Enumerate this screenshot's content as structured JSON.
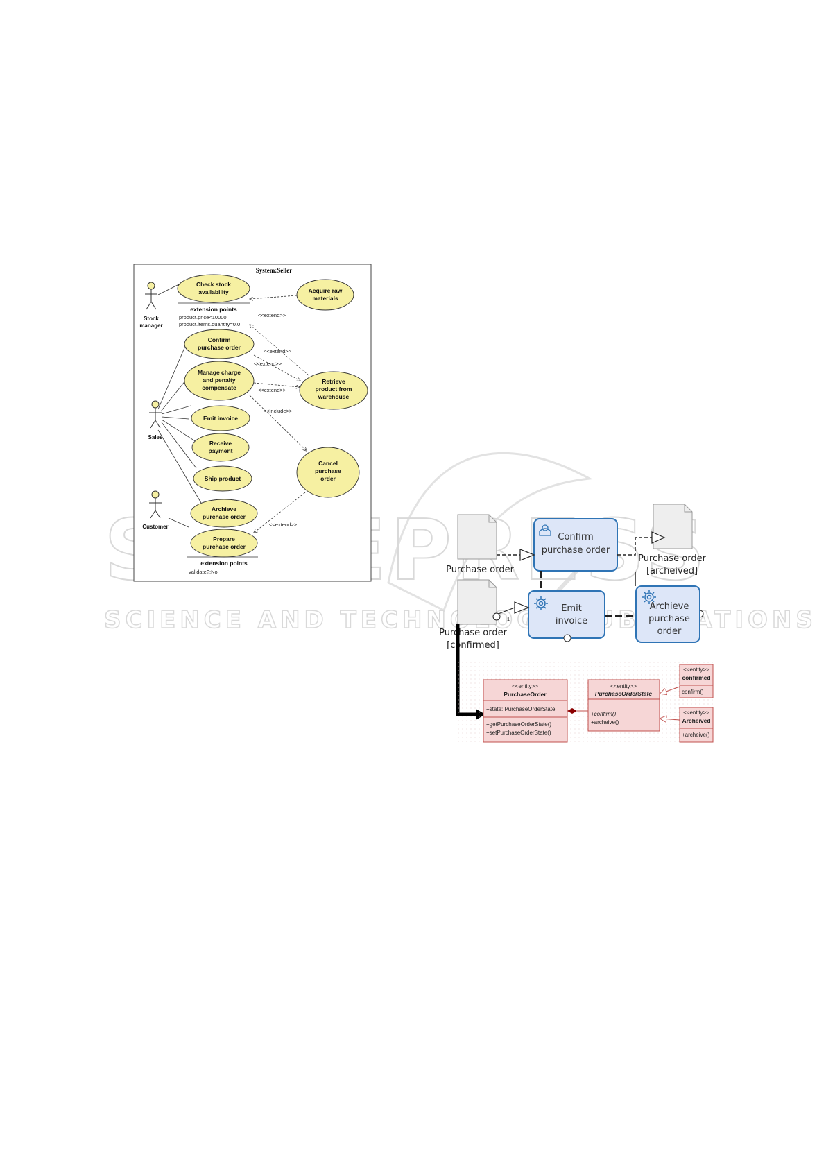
{
  "watermark": {
    "main": "SCITEPRESS",
    "sub": "SCIENCE AND TECHNOLOGY PUBLICATIONS"
  },
  "use_case": {
    "system_title": "System:Seller",
    "actors": {
      "stock_manager": [
        "Stock",
        "manager"
      ],
      "sales": "Sales",
      "customer": "Customer"
    },
    "use_cases": {
      "check_stock": [
        "Check stock",
        "availability"
      ],
      "acquire_raw": [
        "Acquire raw",
        "materials"
      ],
      "confirm_po": [
        "Confirm",
        "purchase order"
      ],
      "manage_charge": [
        "Manage charge",
        "and penalty",
        "compensate"
      ],
      "retrieve_product": [
        "Retrieve",
        "product from",
        "warehouse"
      ],
      "emit_invoice": "Emit invoice",
      "receive_payment": [
        "Receive",
        "payment"
      ],
      "ship_product": "Ship product",
      "cancel_po": [
        "Cancel",
        "purchase",
        "order"
      ],
      "archieve_po": [
        "Archieve",
        "purchase order"
      ],
      "prepare_po": [
        "Prepare",
        "purchase order"
      ]
    },
    "relations": {
      "extend1": "<<extend>>",
      "extend2": "<<extend>>",
      "extend3": "<<extend>>",
      "extend4": "<<extend>>",
      "include": "<<include>>",
      "extend5": "<<extend>>"
    },
    "extension_points": {
      "header1": "extension points",
      "line1": "product.price<10000",
      "line2": "product.items.quantity=0.0",
      "header2": "extension points",
      "line3": "validate?:No"
    }
  },
  "bpmn": {
    "data_objects": {
      "po": "Purchase order",
      "po_archeived": [
        "Purchase order",
        "[archeived]"
      ],
      "po_confirmed": [
        "Purchase order",
        "[confirmed]"
      ]
    },
    "tasks": {
      "confirm": [
        "Confirm",
        "purchase order"
      ],
      "emit": [
        "Emit",
        "invoice"
      ],
      "archieve": [
        "Archieve",
        "purchase",
        "order"
      ]
    },
    "multiplicity": "1"
  },
  "class_diagram": {
    "purchase_order": {
      "stereotype": "<<entity>>",
      "name": "PurchaseOrder",
      "attribute": "+state: PurchaseOrderState",
      "ops": [
        "+getPurchaseOrderState()",
        "+setPurchaseOrderState()"
      ]
    },
    "po_state": {
      "stereotype": "<<entity>>",
      "name": "PurchaseOrderState",
      "ops": [
        "+confirm()",
        "+archeive()"
      ]
    },
    "confirmed": {
      "stereotype": "<<entity>>",
      "name": "confirmed",
      "op": "confirm()"
    },
    "archeived": {
      "stereotype": "<<entity>>",
      "name": "Archeived",
      "op": "+archeive()"
    }
  },
  "colors": {
    "use_case_fill": "#f6f0a2",
    "task_fill": "#dde6f8",
    "task_stroke": "#2f74b5",
    "class_fill": "#f6d6d6",
    "class_stroke": "#c0504d"
  }
}
